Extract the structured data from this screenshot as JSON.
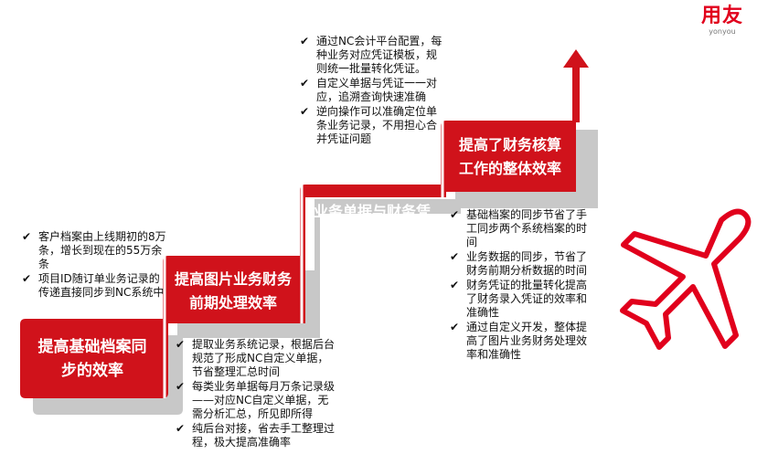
{
  "logo": {
    "cn": "用友",
    "en": "yonyou"
  },
  "steps": [
    {
      "title": "提高基础档案同步的效率"
    },
    {
      "title": "提高图片业务财务前期处理效率"
    },
    {
      "title": "业务单据与财务凭证——对应"
    },
    {
      "title": "提高了财务核算工作的整体效率"
    }
  ],
  "bullets": {
    "step1": [
      "客户档案由上线期初的8万条，增长到现在的55万余条",
      "项目ID随订单业务记录的传递直接同步到NC系统中"
    ],
    "step2": [
      "提取业务系统记录，根据后台规范了形成NC自定义单据，节省整理汇总时间",
      "每类业务单据每月万条记录级——对应NC自定义单据，无需分析汇总，所见即所得",
      "纯后台对接，省去手工整理过程，极大提高准确率"
    ],
    "step3": [
      "通过NC会计平台配置，每种业务对应凭证模板，规则统一批量转化凭证。",
      "自定义单据与凭证一一对应，追溯查询快速准确",
      "逆向操作可以准确定位单条业务记录，不用担心合并凭证问题"
    ],
    "step4": [
      "基础档案的同步节省了手工同步两个系统档案的时间",
      "业务数据的同步，节省了财务前期分析数据的时间",
      "财务凭证的批量转化提高了财务录入凭证的效率和准确性",
      "通过自定义开发，整体提高了图片业务财务处理效率和准确性"
    ]
  },
  "check_glyph": "✔",
  "colors": {
    "accent": "#d0121b",
    "shadow": "#bfbfbf",
    "plane": "#e1001c"
  },
  "icons": [
    "airplane-icon",
    "up-arrow-icon",
    "check-icon"
  ]
}
